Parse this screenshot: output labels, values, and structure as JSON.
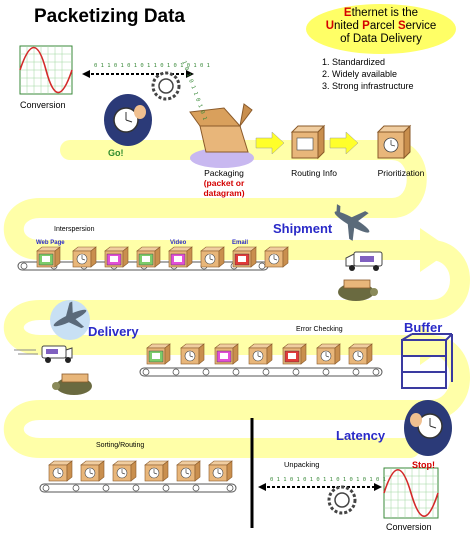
{
  "title": "Packetizing Data",
  "ethernet": {
    "line1_pre": "E",
    "line1_rest": "thernet is the",
    "line2_u": "U",
    "line2_a": "nited ",
    "line2_p": "P",
    "line2_b": "arcel ",
    "line2_s": "S",
    "line2_c": "ervice",
    "line3": "of Data Delivery"
  },
  "strengths": [
    "1. Standardized",
    "2. Widely available",
    "3. Strong infrastructure"
  ],
  "bits": {
    "top": "0 1 1 0 1 0 1 0 1 1 0 1 0 1 0 1 0 1",
    "top_diag": "1 0 1 0 1 1 0 1 0 1",
    "bottom": "0 1 1 0 1 0 1 0 1 1 0 1 0 1 0 1 0 1"
  },
  "labels": {
    "conversion_top": "Conversion",
    "go": "Go!",
    "packaging": "Packaging",
    "packet_or": "(packet or",
    "datagram": "datagram)",
    "routing_info": "Routing Info",
    "prioritization": "Prioritization",
    "interspersion": "Interspersion",
    "web_page": "Web Page",
    "video": "Video",
    "email": "Email",
    "shipment": "Shipment",
    "delivery": "Delivery",
    "error_checking": "Error Checking",
    "buffer": "Buffer",
    "latency": "Latency",
    "sorting_routing": "Sorting/Routing",
    "unpacking": "Unpacking",
    "stop": "Stop!",
    "conversion_bottom": "Conversion"
  },
  "colors": {
    "road": "#ffffa8",
    "road_edge": "#f2f27a",
    "box": "#e8b67a",
    "box_dark": "#c98f4e",
    "screen_green": "#7ccc6a",
    "screen_pink": "#e24fd6",
    "screen_red": "#e03a3a",
    "title_blue": "#2a2ac8"
  }
}
